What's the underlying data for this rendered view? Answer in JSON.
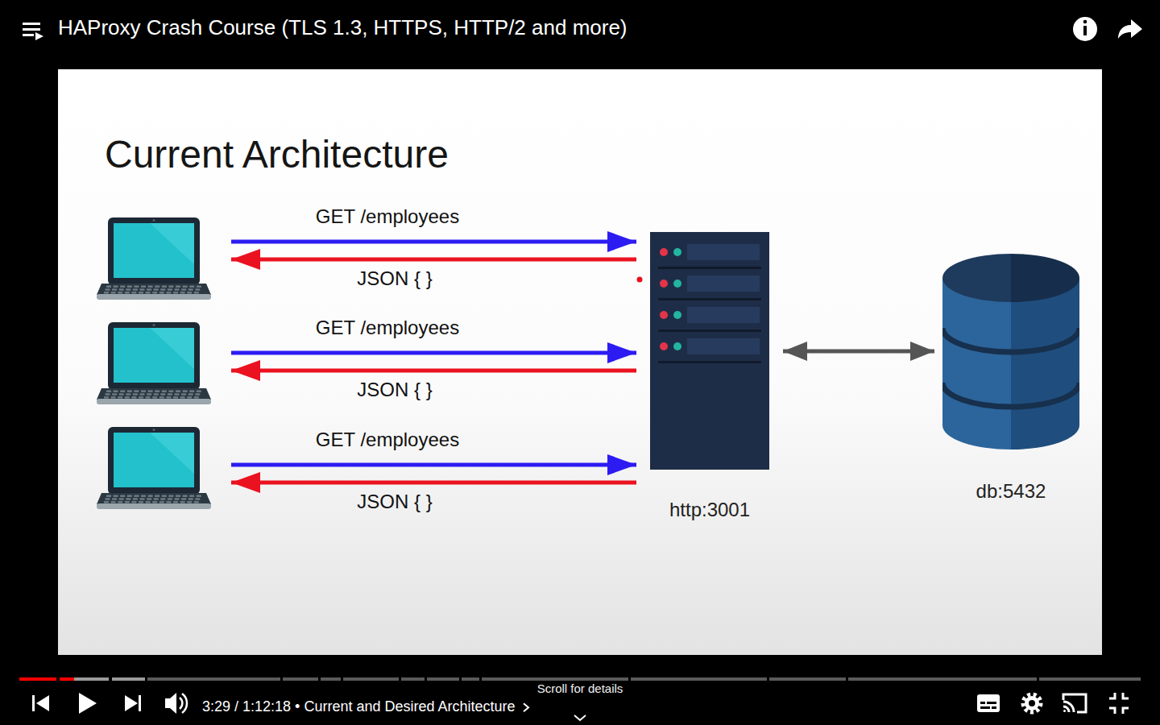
{
  "diagram": {
    "title": "Current Architecture",
    "nodes": [
      {
        "text": []
      },
      {
        "text": []
      },
      {
        "text": []
      },
      {
        "text": [
          "http:3001"
        ]
      },
      {
        "text": [
          "db:5432"
        ]
      }
    ],
    "edges": [
      {
        "from": 0,
        "to": 3,
        "label": "GET /employees",
        "arrow": "to"
      },
      {
        "from": 3,
        "to": 0,
        "label": "JSON { }",
        "arrow": "to"
      },
      {
        "from": 1,
        "to": 3,
        "label": "GET /employees",
        "arrow": "to"
      },
      {
        "from": 3,
        "to": 1,
        "label": "JSON { }",
        "arrow": "to"
      },
      {
        "from": 2,
        "to": 3,
        "label": "GET /employees",
        "arrow": "to"
      },
      {
        "from": 3,
        "to": 2,
        "label": "JSON { }",
        "arrow": "to"
      },
      {
        "from": 3,
        "to": 4,
        "arrow": "both"
      }
    ],
    "labels": [
      "HAProxy Crash Course (TLS 1.3, HTTPS, HTTP/2 and more)",
      "3:29 / 1:12:18 • Current and Desired Architecture",
      "Scroll for details"
    ]
  }
}
